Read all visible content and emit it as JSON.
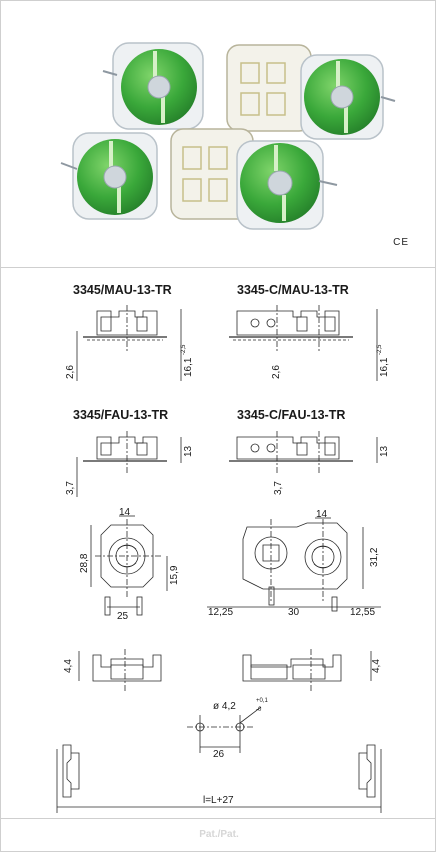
{
  "marks": {
    "ce": "CE"
  },
  "footer": {
    "text": "Pat./Pat."
  },
  "titles": {
    "mau": "3345/MAU-13-TR",
    "c_mau": "3345-C/MAU-13-TR",
    "fau": "3345/FAU-13-TR",
    "c_fau": "3345-C/FAU-13-TR"
  },
  "dims": {
    "mau_left": "2,6",
    "mau_height": "16,1",
    "mau_tol": "-2,5",
    "c_mau_left": "2,6",
    "c_mau_height": "16,1",
    "c_mau_tol": "-2,5",
    "fau_left": "3,7",
    "fau_height": "13",
    "c_fau_left": "3,7",
    "c_fau_height": "13",
    "top_width": "14",
    "top_height": "28,8",
    "top_pin_height": "15,9",
    "top_pin_spacing": "25",
    "c_top_width": "14",
    "c_top_height": "31,2",
    "c_left_offset": "12,25",
    "c_spacing": "30",
    "c_right_offset": "12,55",
    "side_height_left": "4,4",
    "side_height_right": "4,4",
    "hole_dia": "ø 4,2",
    "hole_tol_plus": "+0,1",
    "hole_tol_minus": "-0",
    "hole_spacing": "26",
    "total_length": "l=L+27"
  }
}
